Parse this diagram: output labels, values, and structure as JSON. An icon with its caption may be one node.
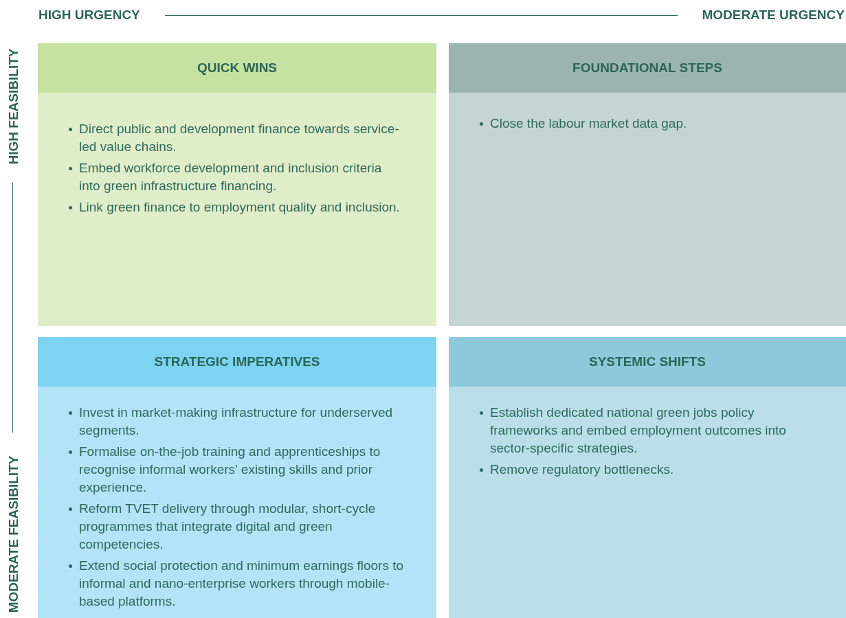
{
  "diagram": {
    "nodes": [
      {
        "text": [
          "QUICK WINS",
          "Direct public and development finance towards service-led value chains.",
          "Embed workforce development and inclusion criteria into green infrastructure financing.",
          "Link green finance to employment quality and inclusion."
        ]
      },
      {
        "text": [
          "FOUNDATIONAL STEPS",
          "Close the labour market data gap."
        ]
      },
      {
        "text": [
          "STRATEGIC IMPERATIVES",
          "Invest in market-making infrastructure for underserved segments.",
          "Formalise on-the-job training and apprenticeships to recognise informal workers’ existing skills and prior experience.",
          "Reform TVET delivery through modular, short-cycle programmes that integrate digital and green competencies.",
          "Extend social protection and minimum earnings floors to informal and nano-enterprise workers through mobile-based platforms."
        ]
      },
      {
        "text": [
          "SYSTEMIC SHIFTS",
          "Establish dedicated national green jobs policy frameworks and embed employment outcomes into sector-specific strategies.",
          "Remove regulatory bottlenecks."
        ]
      }
    ],
    "labels": [
      "HIGH URGENCY",
      "MODERATE URGENCY",
      "HIGH FEASIBILITY",
      "MODERATE FEASIBILITY"
    ]
  }
}
